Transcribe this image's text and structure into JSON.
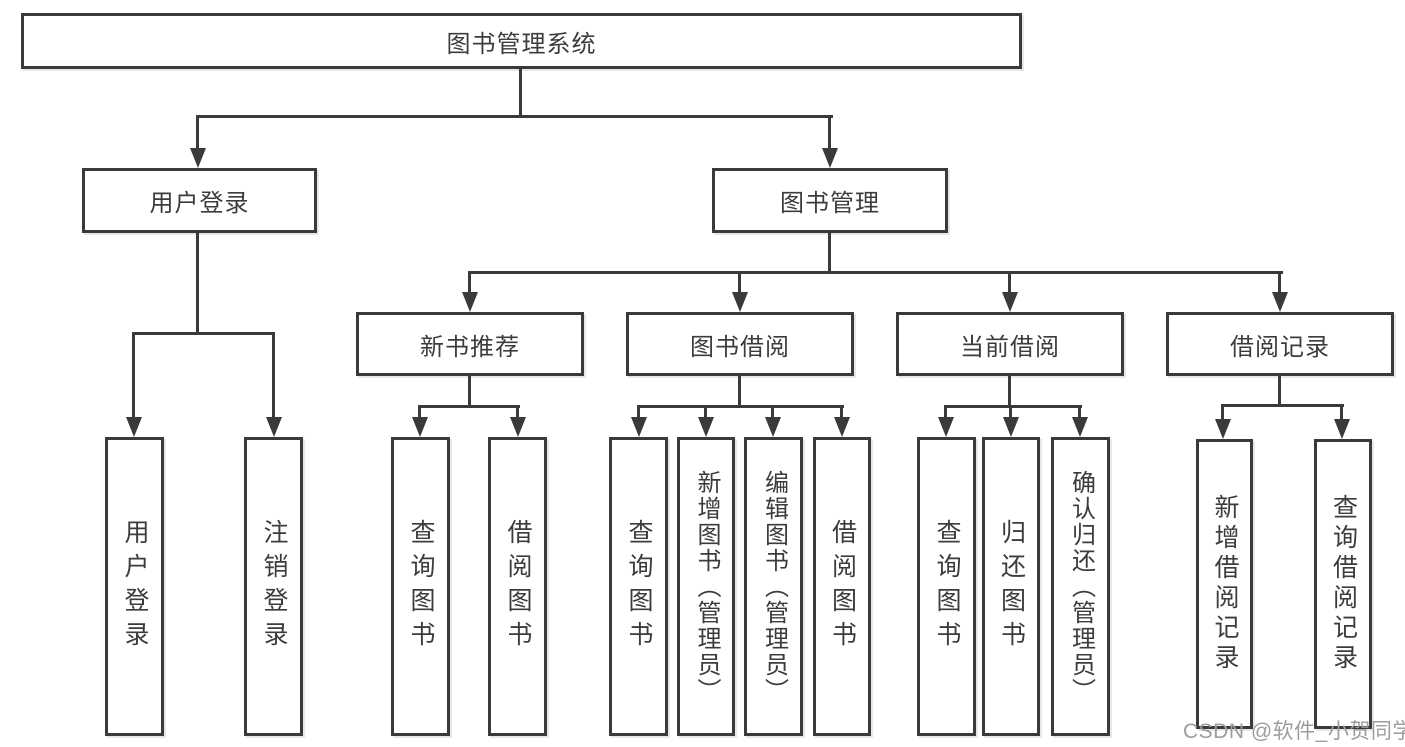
{
  "diagram": {
    "type": "hierarchy-tree",
    "colors": {
      "line": "#3a3a3a",
      "text": "#3c3c3c",
      "watermark": "#9d9d9d",
      "background": "#ffffff"
    },
    "root": {
      "label": "图书管理系统"
    },
    "level2": [
      {
        "label": "用户登录"
      },
      {
        "label": "图书管理"
      }
    ],
    "level3": [
      {
        "label": "新书推荐"
      },
      {
        "label": "图书借阅"
      },
      {
        "label": "当前借阅"
      },
      {
        "label": "借阅记录"
      }
    ],
    "leaves": {
      "user_login": [
        "用户登录",
        "注销登录"
      ],
      "new_book_recommend": [
        "查询图书",
        "借阅图书"
      ],
      "book_borrow": [
        "查询图书",
        "新增图书（管理员）",
        "编辑图书（管理员）",
        "借阅图书"
      ],
      "current_borrow": [
        "查询图书",
        "归还图书",
        "确认归还（管理员）"
      ],
      "borrow_record": [
        "新增借阅记录",
        "查询借阅记录"
      ]
    },
    "watermark": "CSDN @软件_小贺同学"
  }
}
